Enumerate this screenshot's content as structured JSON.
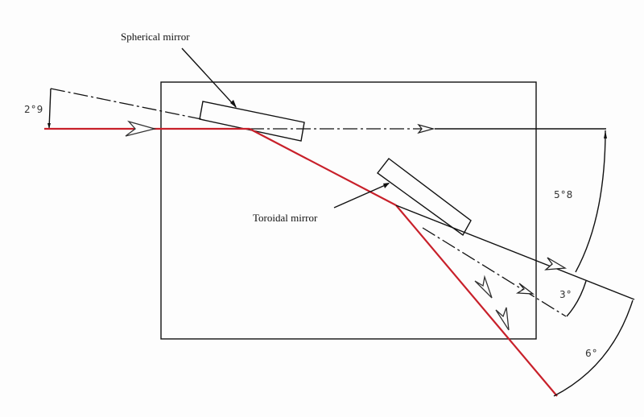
{
  "diagram": {
    "labels": {
      "spherical_mirror": "Spherical mirror",
      "toroidal_mirror": "Toroidal mirror"
    },
    "angles": {
      "incidence_spherical": "2°9",
      "deviation_total": "5°8",
      "toroidal_small": "3°",
      "toroidal_large": "6°"
    },
    "colors": {
      "beam": "#c8202a",
      "lines": "#111111",
      "background": "#fdfdfd"
    }
  }
}
